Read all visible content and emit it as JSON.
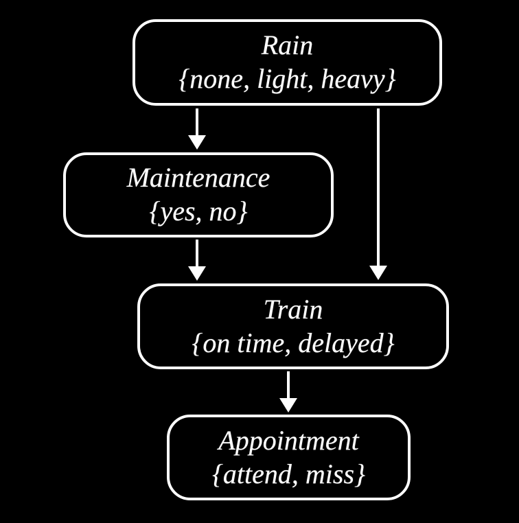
{
  "diagram": {
    "type": "bayesian-network",
    "background_color": "#000000",
    "node_border_color": "#ffffff",
    "text_color": "#ffffff",
    "arrow_color": "#ffffff",
    "nodes": [
      {
        "id": "rain",
        "label": "Rain",
        "domain": "{none, light, heavy}"
      },
      {
        "id": "maintenance",
        "label": "Maintenance",
        "domain": "{yes, no}"
      },
      {
        "id": "train",
        "label": "Train",
        "domain": "{on time, delayed}"
      },
      {
        "id": "appointment",
        "label": "Appointment",
        "domain": "{attend, miss}"
      }
    ],
    "edges": [
      {
        "from": "Rain",
        "to": "Maintenance"
      },
      {
        "from": "Rain",
        "to": "Train"
      },
      {
        "from": "Maintenance",
        "to": "Train"
      },
      {
        "from": "Train",
        "to": "Appointment"
      }
    ]
  }
}
